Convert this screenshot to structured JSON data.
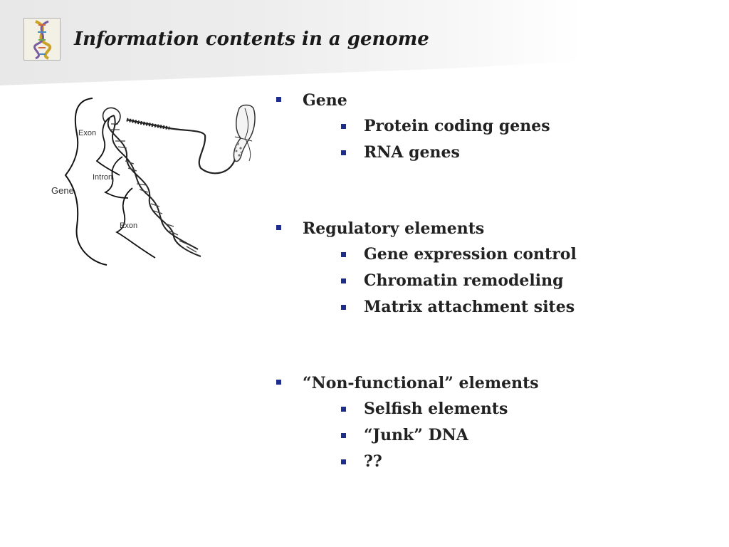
{
  "slide": {
    "title": "Information contents in a genome"
  },
  "figure": {
    "labels": {
      "exon_top": "Exon",
      "intron": "Intron",
      "gene": "Gene",
      "exon_bottom": "Exon"
    }
  },
  "bullets": [
    {
      "label": "Gene",
      "items": [
        "Protein coding genes",
        "RNA genes"
      ]
    },
    {
      "label": "Regulatory elements",
      "items": [
        "Gene expression control",
        "Chromatin remodeling",
        "Matrix attachment sites"
      ]
    },
    {
      "label": "“Non-functional” elements",
      "items": [
        "Selfish elements",
        "“Junk” DNA",
        "??"
      ]
    }
  ],
  "colors": {
    "bullet_marker": "#1d2d8c",
    "title_text": "#1a1a1a"
  }
}
